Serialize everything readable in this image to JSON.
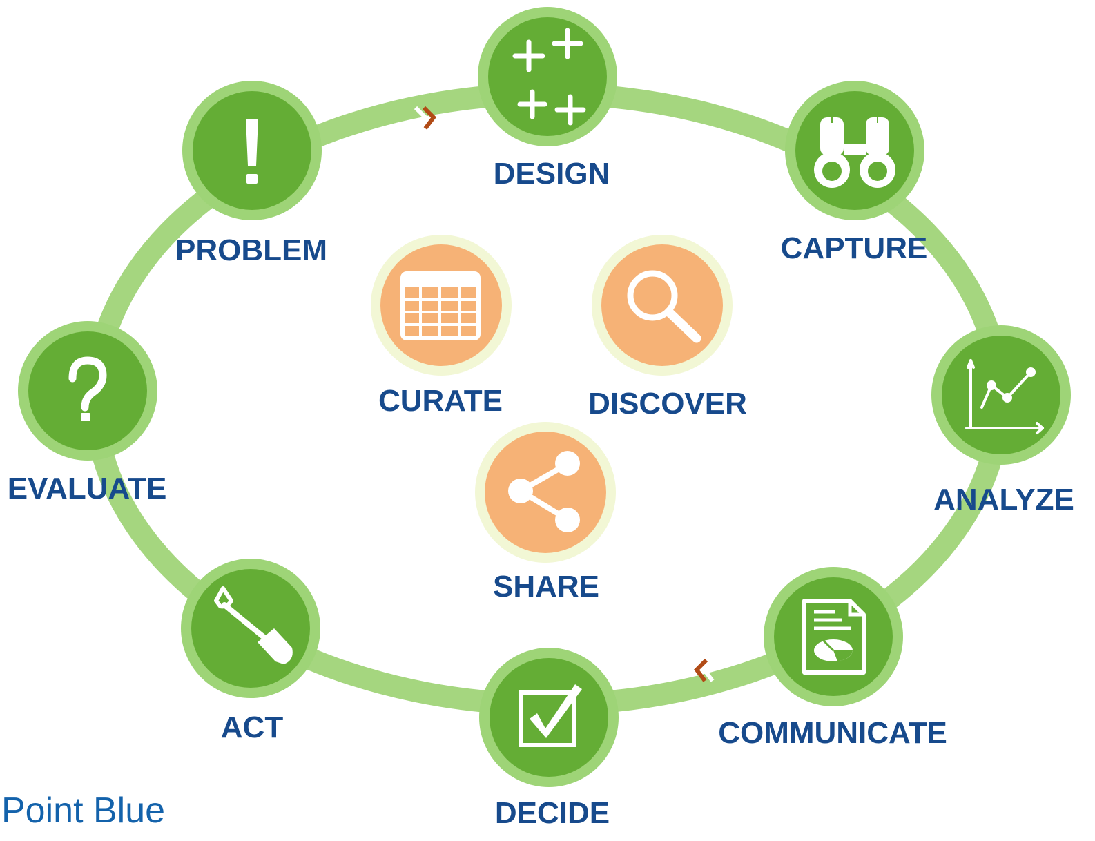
{
  "colors": {
    "ring": "#a5d67f",
    "node_border": "#9ed477",
    "node_fill": "#64ad35",
    "center_border": "#f2f7d5",
    "center_fill": "#f6b276",
    "label": "#174a8c",
    "arrow": "#b14b16",
    "logo": "#1362ab"
  },
  "cycle_nodes": [
    {
      "id": "design",
      "label": "DESIGN",
      "icon": "plus-signs-icon"
    },
    {
      "id": "capture",
      "label": "CAPTURE",
      "icon": "binoculars-icon"
    },
    {
      "id": "analyze",
      "label": "ANALYZE",
      "icon": "line-graph-icon"
    },
    {
      "id": "communicate",
      "label": "COMMUNICATE",
      "icon": "report-document-icon"
    },
    {
      "id": "decide",
      "label": "DECIDE",
      "icon": "checkbox-icon"
    },
    {
      "id": "act",
      "label": "ACT",
      "icon": "shovel-icon"
    },
    {
      "id": "evaluate",
      "label": "EVALUATE",
      "icon": "question-mark-icon"
    },
    {
      "id": "problem",
      "label": "PROBLEM",
      "icon": "exclamation-icon"
    }
  ],
  "center_nodes": [
    {
      "id": "curate",
      "label": "CURATE",
      "icon": "table-grid-icon"
    },
    {
      "id": "discover",
      "label": "DISCOVER",
      "icon": "magnifier-icon"
    },
    {
      "id": "share",
      "label": "SHARE",
      "icon": "share-icon"
    }
  ],
  "brand": {
    "logo_text": "Point Blue"
  }
}
